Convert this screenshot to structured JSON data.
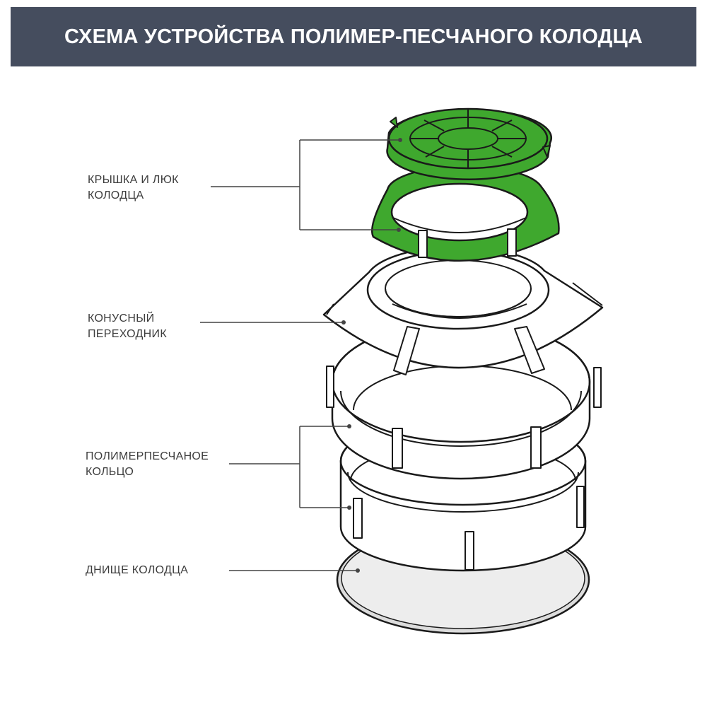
{
  "header": {
    "title": "СХЕМА УСТРОЙСТВА ПОЛИМЕР-ПЕСЧАНОГО КОЛОДЦА",
    "background_color": "#454d5e",
    "text_color": "#ffffff"
  },
  "colors": {
    "hatch_green": "#3fa82e",
    "outline": "#1a1a1a",
    "bottom_fill": "#ededed",
    "leader_line": "#444444"
  },
  "labels": [
    {
      "id": "hatch",
      "lines": [
        "КРЫШКА И ЛЮК",
        "КОЛОДЦА"
      ]
    },
    {
      "id": "cone",
      "lines": [
        "КОНУСНЫЙ",
        "ПЕРЕХОДНИК"
      ]
    },
    {
      "id": "ring",
      "lines": [
        "ПОЛИМЕРПЕСЧАНОЕ",
        "КОЛЬЦО"
      ]
    },
    {
      "id": "bottom",
      "lines": [
        "ДНИЩЕ КОЛОДЦА"
      ]
    }
  ]
}
